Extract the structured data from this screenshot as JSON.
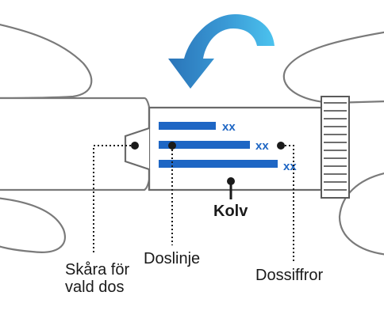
{
  "labels": {
    "notch": "Skåra för\nvald dos",
    "dose_line": "Doslinje",
    "dose_numbers": "Dossiffror",
    "plunger": "Kolv"
  },
  "dose_marks": [
    "xx",
    "xx",
    "xx"
  ],
  "colors": {
    "arrow_dark": "#2a74b8",
    "arrow_light": "#4cc3ee",
    "stripe": "#1e66c4",
    "mark": "#1e66c4",
    "outline": "#6a6a6a",
    "line": "#1a1a1a"
  },
  "icons": [
    "rotate-arrow-icon",
    "dial-knob-icon"
  ]
}
